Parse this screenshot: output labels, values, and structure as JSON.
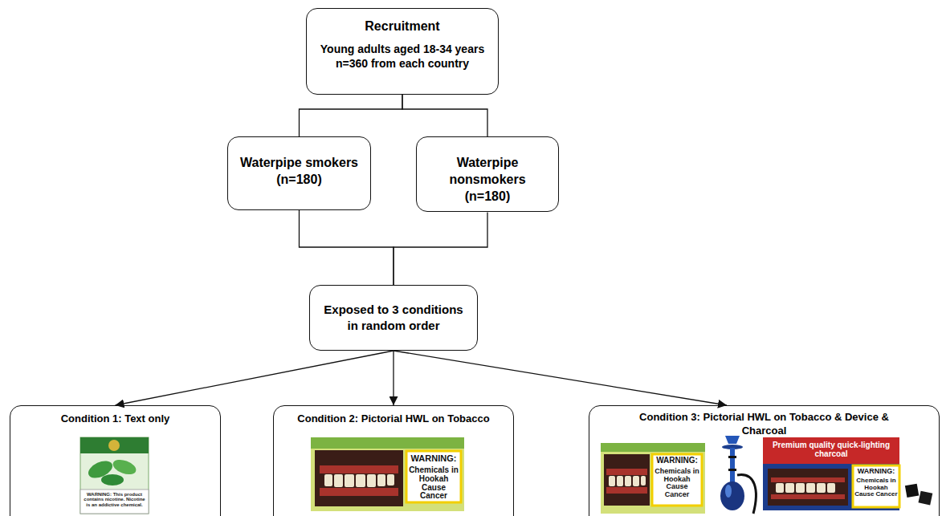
{
  "diagram": {
    "nodes": [
      {
        "text": [
          "Recruitment",
          "Young adults aged 18-34 years n=360 from each country"
        ]
      },
      {
        "text": [
          "Waterpipe smokers (n=180)"
        ]
      },
      {
        "text": [
          "Waterpipe nonsmokers (n=180)"
        ]
      },
      {
        "text": [
          "Exposed to 3 conditions in random order"
        ]
      },
      {
        "text": [
          "Condition 1: Text only"
        ]
      },
      {
        "text": [
          "Condition 2: Pictorial HWL on Tobacco"
        ]
      },
      {
        "text": [
          "Condition 3: Pictorial HWL on Tobacco & Device & Charcoal"
        ]
      }
    ],
    "edges": [
      {
        "from": 0,
        "to": 1,
        "arrow": "none"
      },
      {
        "from": 0,
        "to": 2,
        "arrow": "none"
      },
      {
        "from": 1,
        "to": 3,
        "arrow": "none"
      },
      {
        "from": 2,
        "to": 3,
        "arrow": "none"
      },
      {
        "from": 3,
        "to": 4,
        "arrow": "to"
      },
      {
        "from": 3,
        "to": 5,
        "arrow": "to"
      },
      {
        "from": 3,
        "to": 6,
        "arrow": "to"
      }
    ],
    "labels": [
      "WARNING: This product contains nicotine. Nicotine is an addictive chemical.",
      "WARNING:",
      "Chemicals in Hookah Cause Cancer",
      "WARNING:",
      "Chemicals in Hookah Cause Cancer",
      "Premium quality quick-lighting charcoal",
      "WARNING:",
      "Chemicals in Hookah Cause Cancer"
    ]
  }
}
